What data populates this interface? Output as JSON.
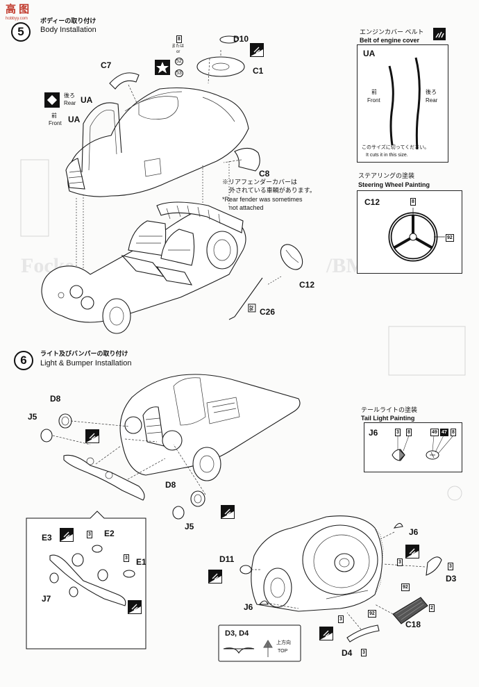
{
  "watermark": {
    "text": "高 图",
    "sub": "hobbyy.com"
  },
  "step5": {
    "number": "5",
    "title_jp": "ボディーの取り付け",
    "title_en": "Body Installation"
  },
  "step6": {
    "number": "6",
    "title_jp": "ライト及びバンパーの取り付け",
    "title_en": "Light & Bumper Installation"
  },
  "parts": {
    "D10": "D10",
    "C1": "C1",
    "C7": "C7",
    "C8": "C8",
    "UA": "UA",
    "C12": "C12",
    "C26": "C26",
    "D8": "D8",
    "J5": "J5",
    "E3": "E3",
    "E2": "E2",
    "E1": "E1",
    "J7": "J7",
    "J6": "J6",
    "D11": "D11",
    "D3": "D3",
    "C18": "C18",
    "D4": "D4"
  },
  "labels": {
    "rear_jp": "後ろ",
    "rear_en": "Rear",
    "front_jp": "前",
    "front_en": "Front",
    "or_jp": "または",
    "or_en": "or"
  },
  "paint_codes": {
    "c8": "8",
    "c52": "52",
    "c53": "53",
    "c92": "92",
    "c3": "3",
    "c2": "2",
    "c49": "49",
    "c47": "47"
  },
  "rear_fender_note": {
    "jp_line1": "※リアフェンダーカバーは",
    "jp_line2": "外されている車輌があります。",
    "en_line1": "*Rear fender was sometimes",
    "en_line2": "not attached"
  },
  "engine_belt": {
    "title_jp": "エンジンカバー ベルト",
    "title_en": "Belt of engine cover",
    "part": "UA",
    "front_jp": "前",
    "front_en": "Front",
    "rear_jp": "後ろ",
    "rear_en": "Rear",
    "cut_jp": "このサイズに切ってください。",
    "cut_en": "It cuts it in this size."
  },
  "steering_wheel": {
    "title_jp": "ステアリングの塗装",
    "title_en": "Steering Wheel Painting",
    "part": "C12"
  },
  "tail_light": {
    "title_jp": "テールライトの塗装",
    "title_en": "Tail Light Painting",
    "part": "J6"
  },
  "direction": {
    "parts": "D3, D4",
    "up_jp": "上方向",
    "up_en": "TOP"
  }
}
